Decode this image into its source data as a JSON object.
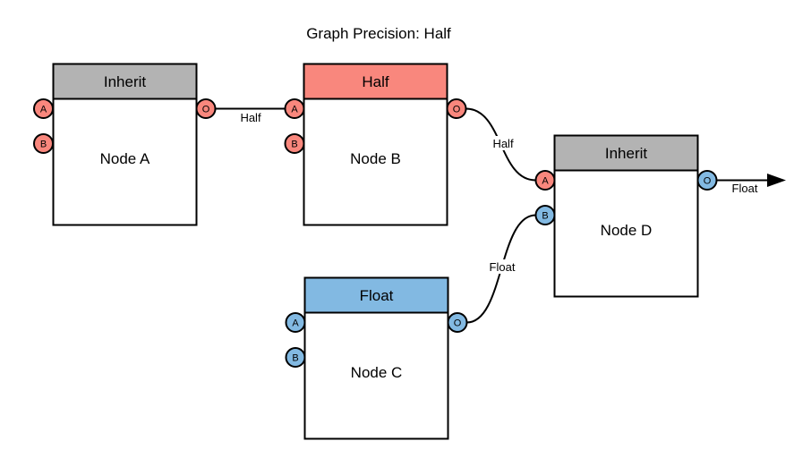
{
  "title": "Graph Precision: Half",
  "colors": {
    "salmon": "#F9877D",
    "blue": "#82B9E2",
    "gray": "#B3B3B3",
    "edge": "#000000",
    "background": "#FFFFFF"
  },
  "nodes": [
    {
      "name": "Node A",
      "header": "Inherit",
      "header_color": "#B3B3B3",
      "ports": [
        {
          "label": "A",
          "color": "#F9877D"
        },
        {
          "label": "B",
          "color": "#F9877D"
        },
        {
          "label": "O",
          "color": "#F9877D"
        }
      ]
    },
    {
      "name": "Node B",
      "header": "Half",
      "header_color": "#F9877D",
      "ports": [
        {
          "label": "A",
          "color": "#F9877D"
        },
        {
          "label": "B",
          "color": "#F9877D"
        },
        {
          "label": "O",
          "color": "#F9877D"
        }
      ]
    },
    {
      "name": "Node C",
      "header": "Float",
      "header_color": "#82B9E2",
      "ports": [
        {
          "label": "A",
          "color": "#82B9E2"
        },
        {
          "label": "B",
          "color": "#82B9E2"
        },
        {
          "label": "O",
          "color": "#82B9E2"
        }
      ]
    },
    {
      "name": "Node D",
      "header": "Inherit",
      "header_color": "#B3B3B3",
      "ports": [
        {
          "label": "A",
          "color": "#F9877D"
        },
        {
          "label": "B",
          "color": "#82B9E2"
        },
        {
          "label": "O",
          "color": "#82B9E2"
        }
      ]
    }
  ],
  "edges": [
    {
      "from": "Node A / O",
      "to": "Node B / A",
      "label": "Half"
    },
    {
      "from": "Node B / O",
      "to": "Node D / A",
      "label": "Half"
    },
    {
      "from": "Node C / O",
      "to": "Node D / B",
      "label": "Float"
    },
    {
      "from": "Node D / O",
      "to": "graph output",
      "label": "Float"
    }
  ]
}
